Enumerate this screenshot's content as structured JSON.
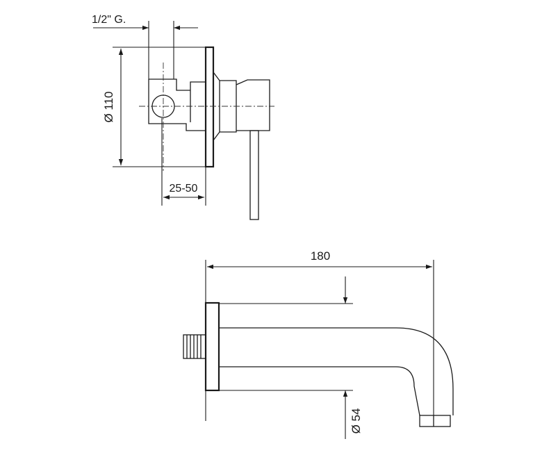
{
  "dimensions": {
    "thread": "1/2\" G.",
    "plate_diameter": "Ø 110",
    "depth_range": "25-50",
    "spout_length": "180",
    "spout_plate_diameter": "Ø 54"
  }
}
